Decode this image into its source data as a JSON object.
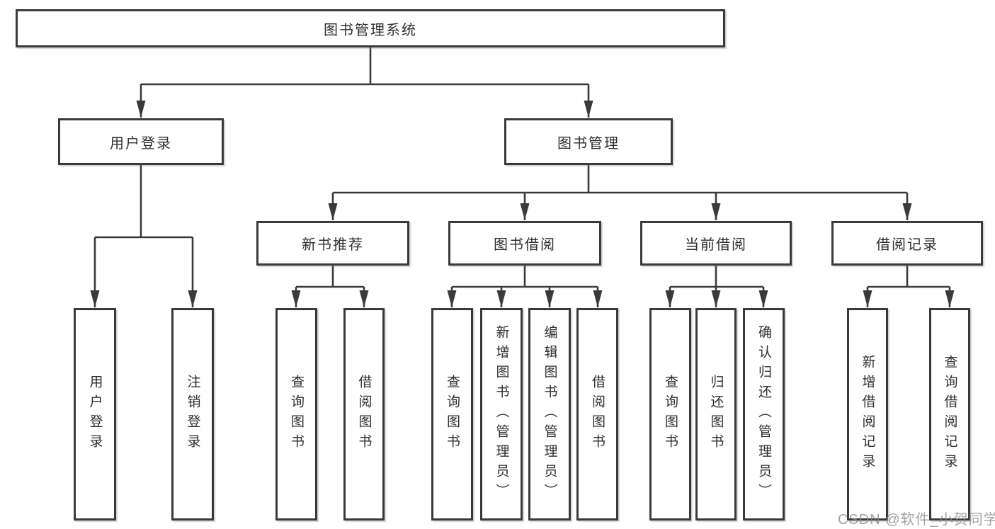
{
  "diagram": {
    "root": {
      "label": "图书管理系统"
    },
    "branches": {
      "user_login": {
        "label": "用户登录",
        "children": {
          "login": {
            "label": "用户登录"
          },
          "logout": {
            "label": "注销登录"
          }
        }
      },
      "book_mgmt": {
        "label": "图书管理",
        "children": {
          "new_books": {
            "label": "新书推荐",
            "children": {
              "query_books": {
                "label": "查询图书"
              },
              "borrow_books": {
                "label": "借阅图书"
              }
            }
          },
          "book_borrow": {
            "label": "图书借阅",
            "children": {
              "query_books": {
                "label": "查询图书"
              },
              "add_books": {
                "label": "新增图书（管理员）"
              },
              "edit_books": {
                "label": "编辑图书（管理员）"
              },
              "borrow_books": {
                "label": "借阅图书"
              }
            }
          },
          "current_borrow": {
            "label": "当前借阅",
            "children": {
              "query_books": {
                "label": "查询图书"
              },
              "return_books": {
                "label": "归还图书"
              },
              "confirm_return": {
                "label": "确认归还（管理员）"
              }
            }
          },
          "borrow_records": {
            "label": "借阅记录",
            "children": {
              "add_record": {
                "label": "新增借阅记录"
              },
              "query_record": {
                "label": "查询借阅记录"
              }
            }
          }
        }
      }
    },
    "colors": {
      "line": "#3a3a3a",
      "text": "#2e2e2e",
      "background": "#ffffff"
    }
  },
  "watermark": {
    "text": "CSDN @软件_小贺同学"
  }
}
